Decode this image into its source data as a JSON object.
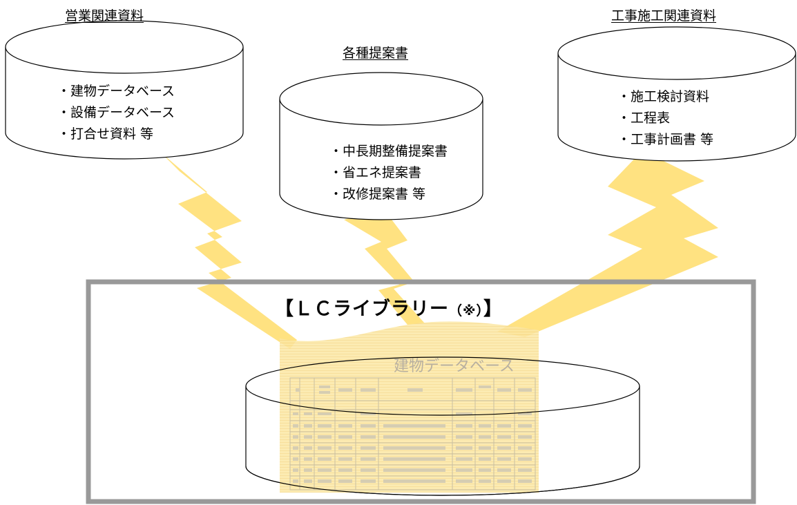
{
  "sources": [
    {
      "id": "sales",
      "title": "営業関連資料",
      "items": [
        "・建物データベース",
        "・設備データベース",
        "・打合せ資料 等"
      ]
    },
    {
      "id": "proposals",
      "title": "各種提案書",
      "items": [
        "・中長期整備提案書",
        "・省エネ提案書",
        "・改修提案書 等"
      ]
    },
    {
      "id": "construction",
      "title": "工事施工関連資料",
      "items": [
        "・施工検討資料",
        "・工程表",
        "・工事計画書 等"
      ]
    }
  ],
  "library": {
    "title_main": "【ＬＣライブラリー",
    "title_note": "（※）",
    "title_close": "】",
    "document_title": "建物データベース"
  },
  "colors": {
    "bolt": "#ffe07a",
    "frame": "#999999",
    "sheet": "#f4e4b0"
  }
}
